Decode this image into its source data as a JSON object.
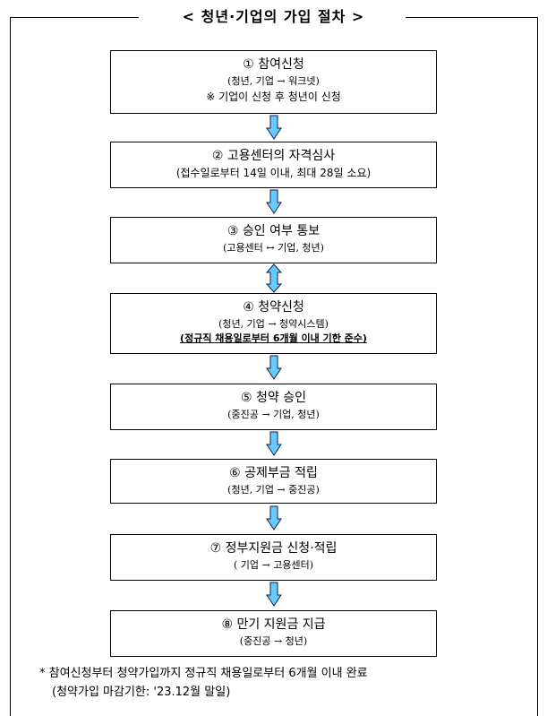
{
  "title": "< 청년·기업의 가입 절차 >",
  "steps": [
    {
      "head": "① 참여신청",
      "sub": "(청년, 기업 → 워크넷)",
      "note": "※ 기업이 신청 후 청년이 신청"
    },
    {
      "head": "② 고용센터의 자격심사",
      "sub": "(접수일로부터 14일 이내, 최대 28일 소요)"
    },
    {
      "head": "③ 승인 여부 통보",
      "sub": "(고용센터 ↔ 기업, 청년)"
    },
    {
      "head": "④ 청약신청",
      "sub": "(청년, 기업 → 청약시스템)",
      "deadline": "(정규직 채용일로부터 6개월 이내 기한 준수)"
    },
    {
      "head": "⑤ 청약 승인",
      "sub": "(중진공 → 기업, 청년)"
    },
    {
      "head": "⑥ 공제부금 적립",
      "sub": "(청년, 기업 → 중진공)"
    },
    {
      "head": "⑦ 정부지원금 신청·적립",
      "sub": "( 기업 → 고용센터)"
    },
    {
      "head": "⑧ 만기 지원금 지급",
      "sub": "(중진공 → 청년)"
    }
  ],
  "footnote": {
    "line1": "* 참여신청부터 청약가입까지 정규직 채용일로부터 6개월 이내 완료",
    "line2": "(청약가입 마감기한: '23.12월 말일)"
  },
  "colors": {
    "arrow_fill": "#66ccff",
    "arrow_stroke": "#1a1a4a",
    "border": "#000000"
  }
}
